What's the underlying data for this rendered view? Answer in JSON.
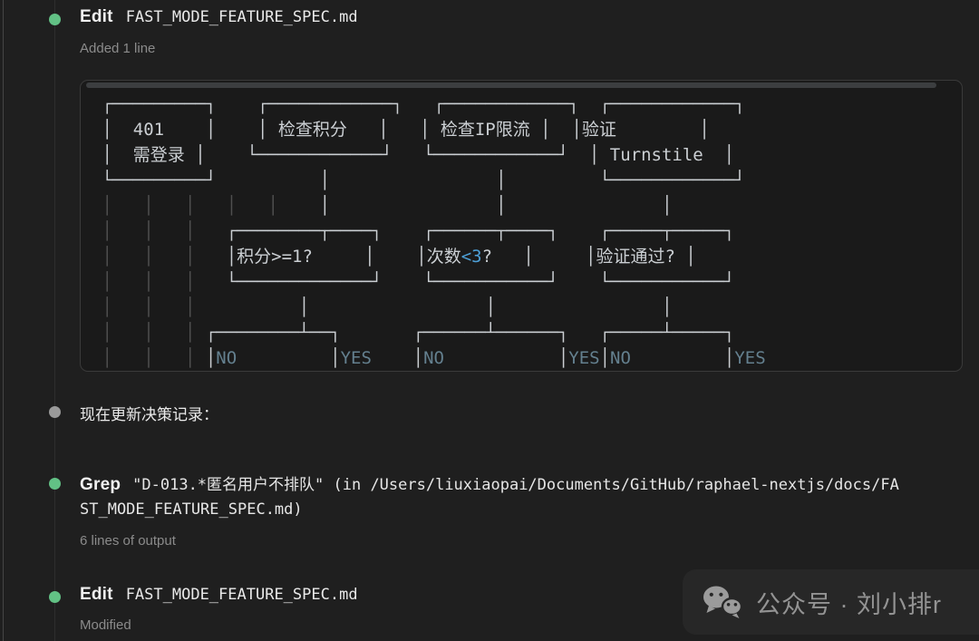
{
  "entries": [
    {
      "tool": "Edit",
      "file": "FAST_MODE_FEATURE_SPEC.md",
      "meta": "Added 1 line",
      "bullet_color": "#62c185"
    },
    {
      "text": "现在更新决策记录：",
      "bullet_color": "#9a9a9a"
    },
    {
      "tool": "Grep",
      "command_line1": "\"D-013.*匿名用户不排队\" (in /Users/liuxiaopai/Documents/GitHub/raphael-nextjs/docs/FA",
      "command_line2": "ST_MODE_FEATURE_SPEC.md)",
      "meta": "6 lines of output",
      "bullet_color": "#62c185"
    },
    {
      "tool": "Edit",
      "file": "FAST_MODE_FEATURE_SPEC.md",
      "meta": "Modified",
      "bullet_color": "#62c185"
    }
  ],
  "code_block": {
    "art_lines": [
      " ┌─────────┐    ┌────────────┐   ┌────────────┐  ┌────────────┐",
      " │  401    │    │ 检查积分   │   │ 检查IP限流 │  │验证        │",
      " │  需登录 │    └────────────┘   └────────────┘  │ Turnstile  │",
      " └─────────┘          │                │         └────────────┘",
      "                      │                │               │",
      "             ┌────────┬────┐    ┌──────┬────┐    ┌─────┬─────┐",
      "             │积分>=1?     │    │次数<3?   │     │验证通过? │",
      "             └─────────────┘    └───────────┘    └───────────┘",
      "                    │                 │                │",
      "           ┌────────┴──┐       ┌──────┴──────┐   ┌─────┴─────┐",
      "           │NO         │YES    │NO           │YES│NO         │YES"
    ],
    "dim_lines": [
      "",
      "",
      "",
      "",
      " │   │   │   │   │",
      " │   │   │",
      " │   │   │",
      " │   │   │",
      " │   │   │",
      " │   │   │",
      " │   │   │"
    ],
    "highlights": [
      {
        "token": "<3",
        "cls": "hl-blue"
      },
      {
        "token": "NO",
        "cls": "hl-branch"
      },
      {
        "token": "YES",
        "cls": "hl-branch"
      }
    ]
  },
  "watermark": {
    "icon": "wechat-icon",
    "text": "公众号 · 刘小排r"
  },
  "colors": {
    "background": "#1f1f1f",
    "code_block_bg": "#1a1a1a",
    "bullet_green": "#62c185",
    "bullet_gray": "#9a9a9a",
    "accent_blue": "#4d9fd6",
    "branch_label": "#64808f",
    "meta_text": "#8b8b8b",
    "watermark_text": "#939393"
  }
}
